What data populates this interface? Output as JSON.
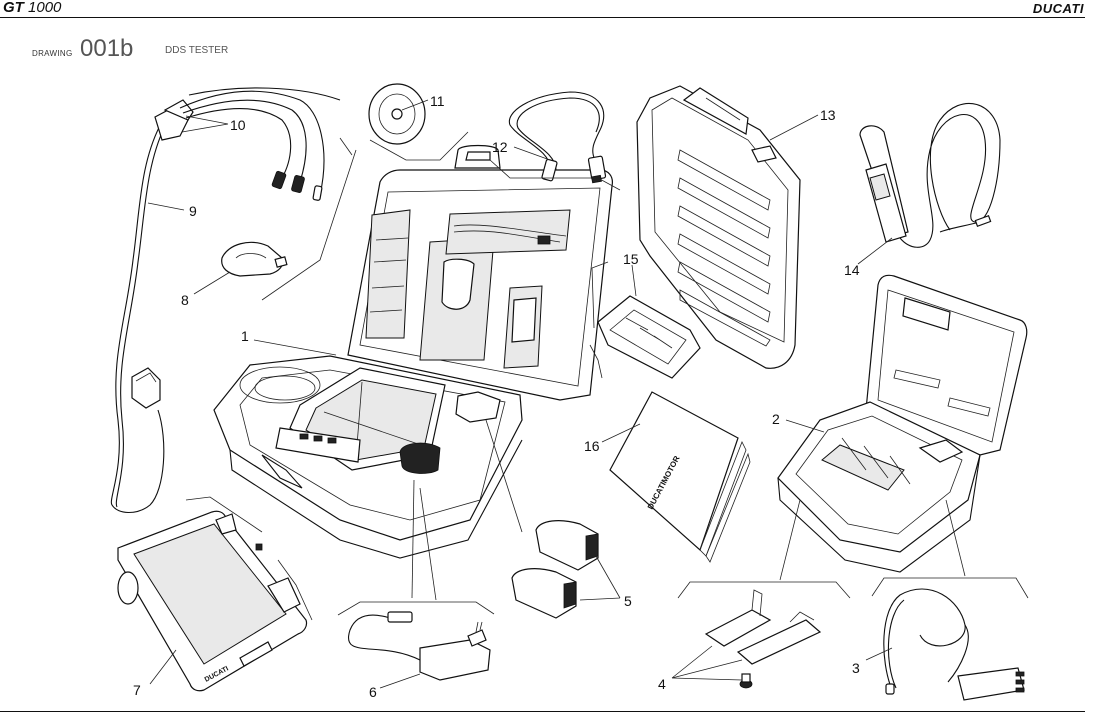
{
  "header": {
    "model_bold": "GT",
    "model_rest": " 1000",
    "brand": "DUCATI"
  },
  "title": {
    "drawing_label": "DRAWING",
    "drawing_number": "001b",
    "drawing_name": "DDS TESTER"
  },
  "callouts": {
    "c1": "1",
    "c2": "2",
    "c3": "3",
    "c4": "4",
    "c5": "5",
    "c6": "6",
    "c7": "7",
    "c8": "8",
    "c9": "9",
    "c10": "10",
    "c11": "11",
    "c12": "12",
    "c13": "13",
    "c14": "14",
    "c15": "15",
    "c16": "16"
  },
  "printed_marks": {
    "manual_cover_text": "DUCATIMOTOR",
    "tester_logo": "DUCATI"
  }
}
